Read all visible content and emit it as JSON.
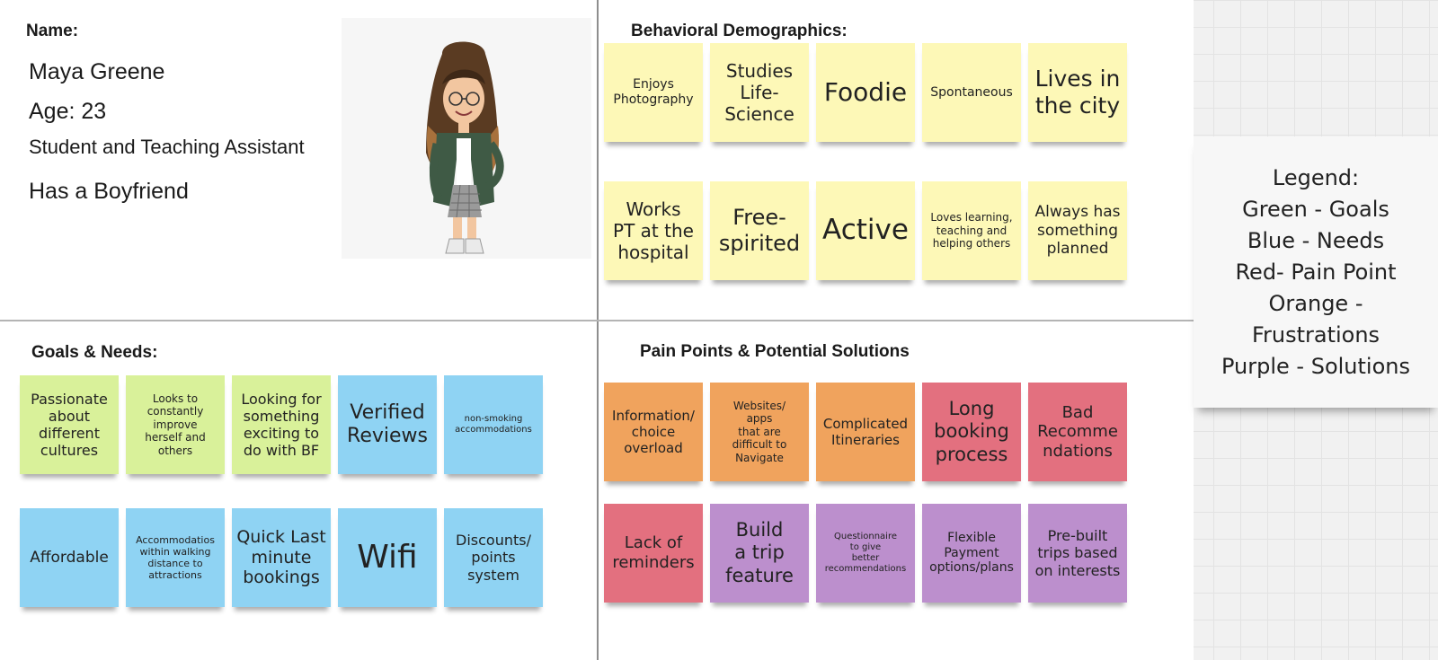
{
  "profile": {
    "name_label": "Name:",
    "name": "Maya Greene",
    "age": "Age: 23",
    "occupation": "Student and Teaching Assistant",
    "relationship": "Has a Boyfriend"
  },
  "behavioral": {
    "title": "Behavioral Demographics:",
    "notes": [
      {
        "text": "Enjoys\nPhotography",
        "color": "#fdf8b7"
      },
      {
        "text": "Studies\nLife-\nScience",
        "color": "#fdf8b7"
      },
      {
        "text": "Foodie",
        "color": "#fdf8b7"
      },
      {
        "text": "Spontaneous",
        "color": "#fdf8b7"
      },
      {
        "text": "Lives in\nthe city",
        "color": "#fdf8b7"
      },
      {
        "text": "Works\nPT at the\nhospital",
        "color": "#fdf8b7"
      },
      {
        "text": "Free-\nspirited",
        "color": "#fdf8b7"
      },
      {
        "text": "Active",
        "color": "#fdf8b7"
      },
      {
        "text": "Loves learning,\nteaching and\nhelping others",
        "color": "#fdf8b7"
      },
      {
        "text": "Always has\nsomething\nplanned",
        "color": "#fdf8b7"
      }
    ]
  },
  "goals_needs": {
    "title": "Goals & Needs:",
    "notes": [
      {
        "text": "Passionate\nabout\ndifferent\ncultures",
        "color": "#d9f19a"
      },
      {
        "text": "Looks to\nconstantly\nimprove\nherself and\nothers",
        "color": "#d9f19a"
      },
      {
        "text": "Looking for\nsomething\nexciting to\ndo with BF",
        "color": "#d9f19a"
      },
      {
        "text": "Verified\nReviews",
        "color": "#8fd3f3"
      },
      {
        "text": "non-smoking\naccommodations",
        "color": "#8fd3f3"
      },
      {
        "text": "Affordable",
        "color": "#8fd3f3"
      },
      {
        "text": "Accommodatios\nwithin walking\ndistance to\nattractions",
        "color": "#8fd3f3"
      },
      {
        "text": "Quick Last\nminute\nbookings",
        "color": "#8fd3f3"
      },
      {
        "text": "Wifi",
        "color": "#8fd3f3"
      },
      {
        "text": "Discounts/\npoints\nsystem",
        "color": "#8fd3f3"
      }
    ]
  },
  "pain_points": {
    "title": "Pain Points & Potential Solutions",
    "notes": [
      {
        "text": "Information/\nchoice\noverload",
        "color": "#f0a35d"
      },
      {
        "text": "Websites/\napps\nthat are\ndifficult  to\nNavigate",
        "color": "#f0a35d"
      },
      {
        "text": "Complicated\nItineraries",
        "color": "#f0a35d"
      },
      {
        "text": "Long\nbooking\nprocess",
        "color": "#e3707f"
      },
      {
        "text": "Bad\nRecomme\nndations",
        "color": "#e3707f"
      },
      {
        "text": "Lack of\nreminders",
        "color": "#e3707f"
      },
      {
        "text": "Build\na trip\nfeature",
        "color": "#bc8fcd"
      },
      {
        "text": "Questionnaire\nto give\nbetter\nrecommendations",
        "color": "#bc8fcd"
      },
      {
        "text": "Flexible\nPayment\noptions/plans",
        "color": "#bc8fcd"
      },
      {
        "text": "Pre-built\ntrips based\non interests",
        "color": "#bc8fcd"
      }
    ]
  },
  "legend": {
    "text": "Legend:\nGreen - Goals\nBlue - Needs\nRed- Pain Point\nOrange -\nFrustrations\nPurple - Solutions"
  }
}
